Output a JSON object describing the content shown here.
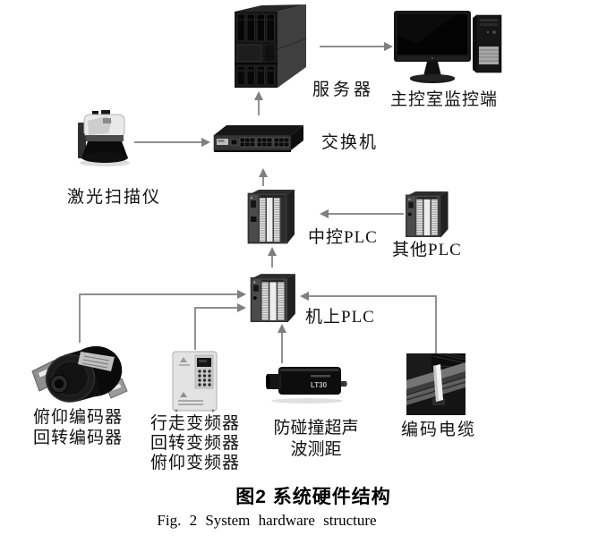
{
  "figure": {
    "caption_zh": "图2  系统硬件结构",
    "caption_en": "Fig. 2  System hardware structure"
  },
  "nodes": {
    "server": {
      "label": "服务器"
    },
    "control_room": {
      "label": "主控室监控端"
    },
    "laser_scanner": {
      "label": "激光扫描仪"
    },
    "switch": {
      "label": "交换机"
    },
    "central_plc": {
      "label": "中控PLC"
    },
    "other_plc": {
      "label": "其他PLC"
    },
    "onboard_plc": {
      "label": "机上PLC"
    },
    "encoders": {
      "lines": [
        "俯仰编码器",
        "回转编码器"
      ]
    },
    "inverters": {
      "lines": [
        "行走变频器",
        "回转变频器",
        "俯仰变频器"
      ]
    },
    "ultrasonic": {
      "lines": [
        "防碰撞超声",
        "波测距"
      ]
    },
    "encoder_cable": {
      "label": "编码电缆"
    },
    "lt30_device": {
      "text": "LT30"
    }
  },
  "connections": [
    "交换机 → 服务器",
    "服务器 → 主控室监控端",
    "激光扫描仪 → 交换机",
    "中控PLC → 交换机",
    "其他PLC → 中控PLC",
    "机上PLC → 中控PLC",
    "俯仰编码器/回转编码器 → 机上PLC",
    "行走/回转/俯仰变频器 → 机上PLC",
    "防碰撞超声波测距 → 机上PLC",
    "编码电缆 → 机上PLC"
  ],
  "colors": {
    "arrow": "#7f7f7f",
    "text": "#111111",
    "background": "#ffffff"
  }
}
